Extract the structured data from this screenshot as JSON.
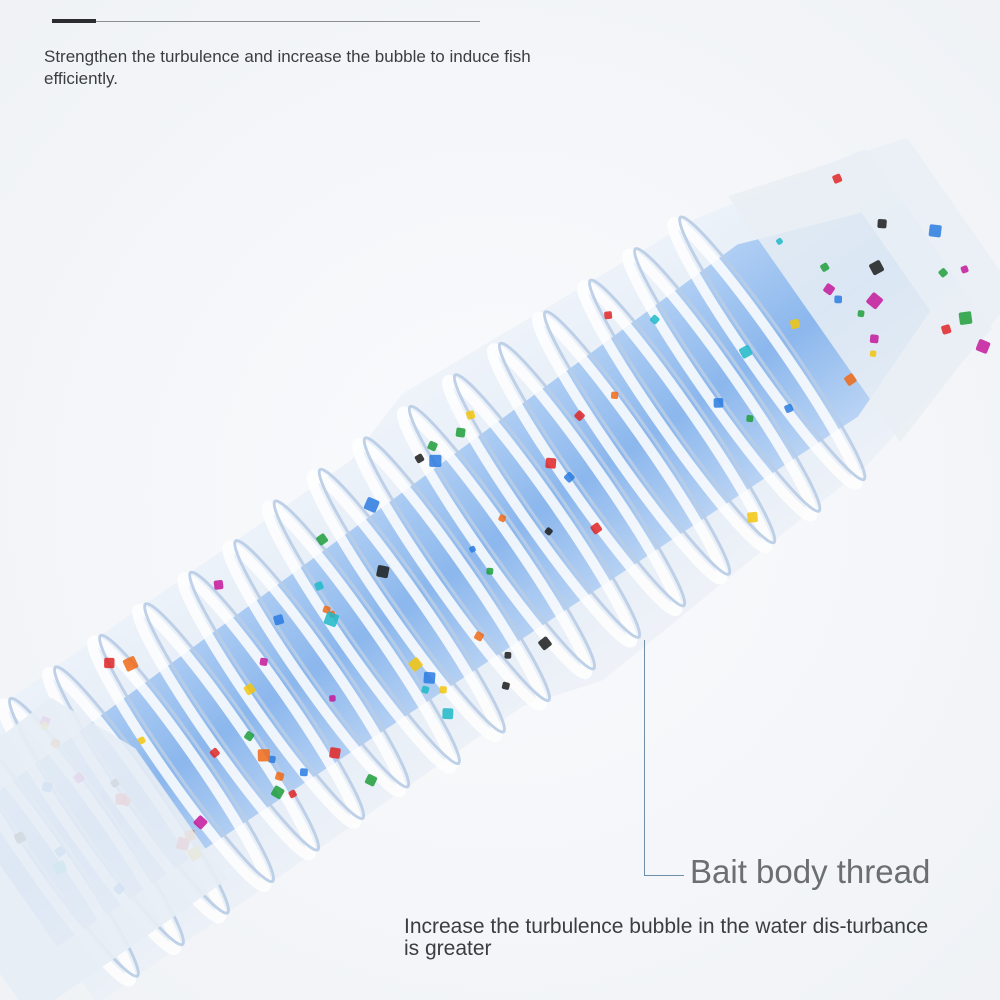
{
  "top_caption": "Strengthen the turbulence and increase the bubble to induce fish efficiently.",
  "callout_label": "Bait body thread",
  "bottom_caption": "Increase the turbulence bubble in the water dis-turbance is greater",
  "colors": {
    "core_blue": "#6fa6ea",
    "accent_line": "#6f8ea8",
    "background": "#f4f6f9"
  }
}
